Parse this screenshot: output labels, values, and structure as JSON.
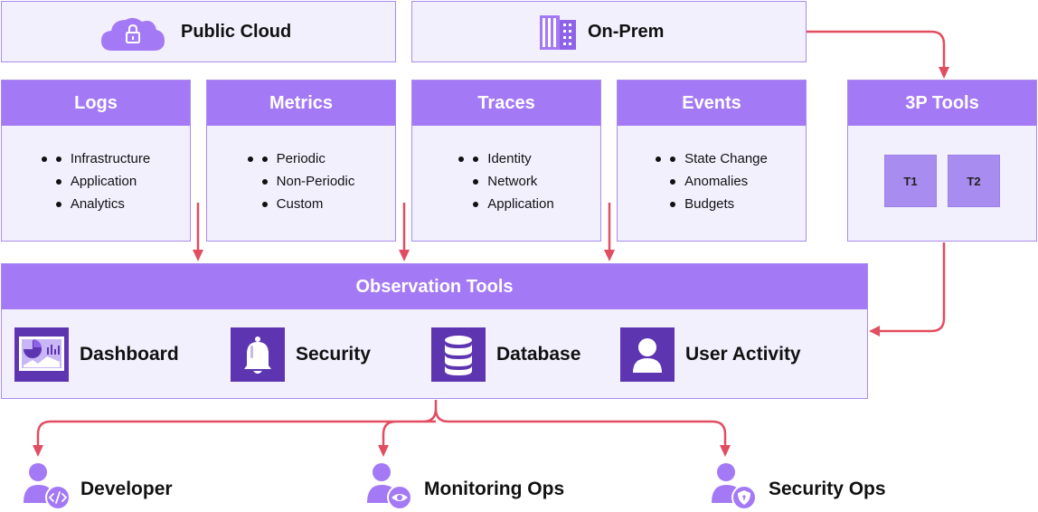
{
  "sources": {
    "public_cloud": "Public Cloud",
    "on_prem": "On-Prem"
  },
  "categories": [
    {
      "title": "Logs",
      "items": [
        "Infrastructure",
        "Application",
        "Analytics"
      ]
    },
    {
      "title": "Metrics",
      "items": [
        "Periodic",
        "Non-Periodic",
        "Custom"
      ]
    },
    {
      "title": "Traces",
      "items": [
        "Identity",
        "Network",
        "Application"
      ]
    },
    {
      "title": "Events",
      "items": [
        "State Change",
        "Anomalies",
        "Budgets"
      ]
    }
  ],
  "third_party": {
    "title": "3P Tools",
    "tiles": [
      "T1",
      "T2"
    ]
  },
  "observation": {
    "title": "Observation Tools",
    "features": [
      "Dashboard",
      "Security",
      "Database",
      "User Activity"
    ]
  },
  "consumers": [
    "Developer",
    "Monitoring Ops",
    "Security Ops"
  ],
  "colors": {
    "accent": "#a479f5",
    "light_fill": "#f3f0fe",
    "border": "#a98cf0",
    "arrow": "#e24e61",
    "icon_dark": "#5e35b1"
  }
}
